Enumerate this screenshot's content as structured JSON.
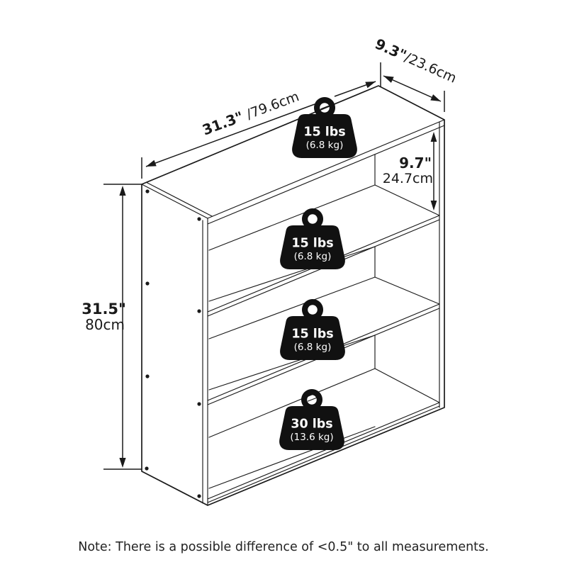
{
  "diagram": {
    "product": "3-shelf bookcase dimension diagram",
    "width_label": {
      "imperial": "31.3\"",
      "metric": " /79.6cm"
    },
    "depth_label": {
      "imperial": "9.3\"",
      "metric": "/23.6cm"
    },
    "shelf_height_label": {
      "imperial": "9.7\"",
      "metric": "24.7cm"
    },
    "height_label": {
      "imperial": "31.5\"",
      "metric": "80cm"
    },
    "weights": [
      {
        "lbs": "15 lbs",
        "kg": "(6.8 kg)",
        "location": "top-panel"
      },
      {
        "lbs": "15 lbs",
        "kg": "(6.8 kg)",
        "location": "shelf-1"
      },
      {
        "lbs": "15 lbs",
        "kg": "(6.8 kg)",
        "location": "shelf-2"
      },
      {
        "lbs": "30 lbs",
        "kg": "(13.6 kg)",
        "location": "bottom-panel"
      }
    ],
    "note": "Note: There is a possible difference of <0.5\" to all measurements.",
    "colors": {
      "line": "#1a1a1a",
      "background": "#ffffff",
      "weight_fill": "#111111",
      "weight_text": "#ffffff"
    }
  }
}
